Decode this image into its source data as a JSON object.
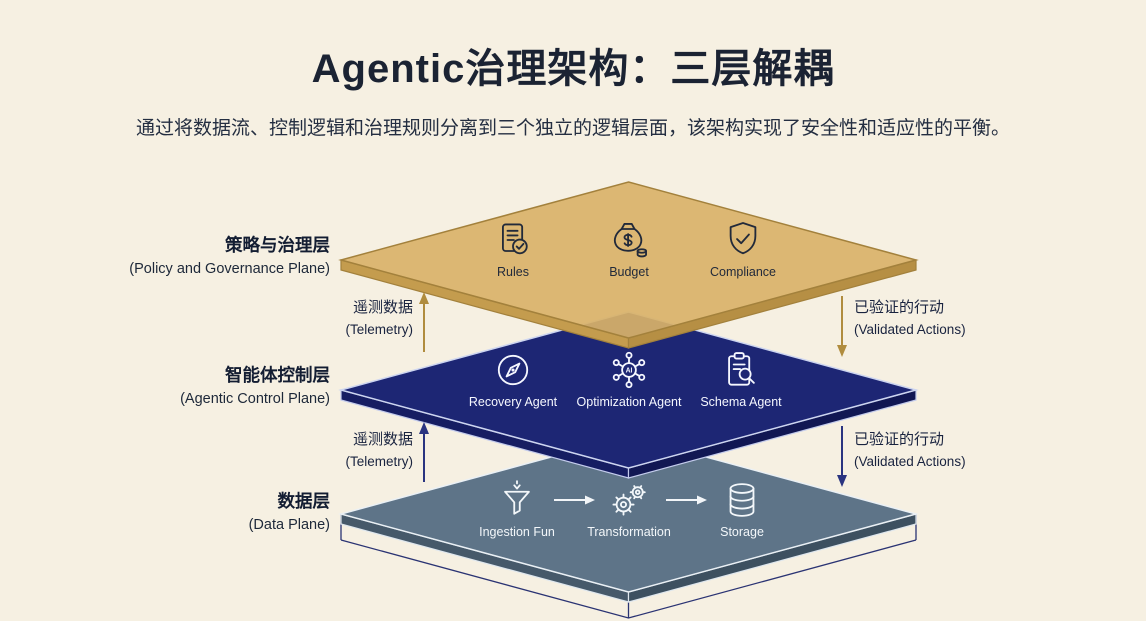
{
  "title": "Agentic治理架构：三层解耦",
  "subtitle": "通过将数据流、控制逻辑和治理规则分离到三个独立的逻辑层面，该架构实现了安全性和适应性的平衡。",
  "icons": {
    "ai_text": "AI"
  },
  "flows": {
    "telemetry_zh": "遥测数据",
    "telemetry_en": "(Telemetry)",
    "validated_zh": "已验证的行动",
    "validated_en": "(Validated Actions)"
  },
  "layers": [
    {
      "name_zh": "策略与治理层",
      "name_en": "(Policy and Governance Plane)",
      "items": [
        {
          "icon": "rules-icon",
          "label": "Rules"
        },
        {
          "icon": "budget-icon",
          "label": "Budget"
        },
        {
          "icon": "compliance-icon",
          "label": "Compliance"
        }
      ]
    },
    {
      "name_zh": "智能体控制层",
      "name_en": "(Agentic Control Plane)",
      "items": [
        {
          "icon": "recovery-agent-icon",
          "label": "Recovery Agent"
        },
        {
          "icon": "optimization-agent-icon",
          "label": "Optimization Agent"
        },
        {
          "icon": "schema-agent-icon",
          "label": "Schema Agent"
        }
      ]
    },
    {
      "name_zh": "数据层",
      "name_en": "(Data Plane)",
      "items": [
        {
          "icon": "ingestion-funnel-icon",
          "label": "Ingestion Fun"
        },
        {
          "icon": "transformation-icon",
          "label": "Transformation"
        },
        {
          "icon": "storage-icon",
          "label": "Storage"
        }
      ]
    }
  ],
  "colors": {
    "background": "#f6f0e2",
    "policy_plane": "#d9b269",
    "control_plane": "#1d2674",
    "data_plane": "#5e7488",
    "accent_gold": "#b08c3e",
    "accent_navy": "#2a3480",
    "text_dark": "#1b2333"
  }
}
